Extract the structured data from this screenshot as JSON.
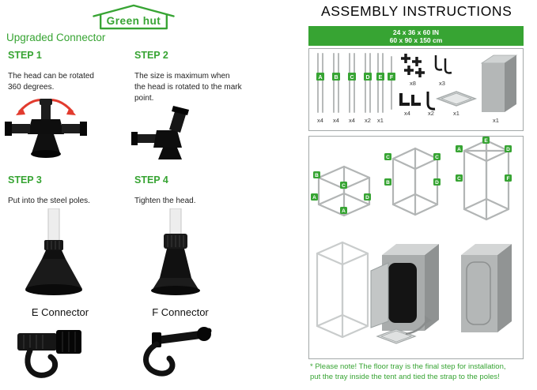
{
  "colors": {
    "green": "#37a433",
    "red": "#e23b2e",
    "ink": "#1c1c1c",
    "border": "#a3a8a8"
  },
  "logo": {
    "text": "Green hut"
  },
  "left": {
    "title": "Upgraded Connector",
    "step1": {
      "label": "STEP 1",
      "text": "The head can be rotated 360 degrees."
    },
    "step2": {
      "label": "STEP 2",
      "text": "The size is maximum when the head is rotated to the mark point."
    },
    "step3": {
      "label": "STEP 3",
      "text": "Put into the steel poles."
    },
    "step4": {
      "label": "STEP 4",
      "text": "Tighten the head."
    },
    "e_connector": "E Connector",
    "f_connector": "F Connector"
  },
  "right": {
    "title": "ASSEMBLY INSTRUCTIONS",
    "banner": {
      "line1": "24 x 36 x 60 IN",
      "line2": "60 x 90 x 150 cm"
    },
    "parts": {
      "labels": [
        "A",
        "B",
        "C",
        "D",
        "E",
        "F"
      ],
      "qty": [
        "x4",
        "x4",
        "x4",
        "x2",
        "x1"
      ],
      "connector_qty": "x8",
      "hook_qty": "x3",
      "corner_qty": "x4",
      "hook2_qty": "x2",
      "tray_qty": "x1",
      "tent_qty": "x1"
    },
    "assembly": {
      "d1": [
        "B",
        "A",
        "C",
        "A",
        "D"
      ],
      "d2": [
        "C",
        "C",
        "B",
        "D"
      ],
      "d3": [
        "A",
        "E",
        "D",
        "C",
        "F"
      ]
    },
    "note1": "* Please note! The floor tray is the final step for installation,",
    "note2": "put the tray inside the tent and tied the strap to the poles!"
  }
}
